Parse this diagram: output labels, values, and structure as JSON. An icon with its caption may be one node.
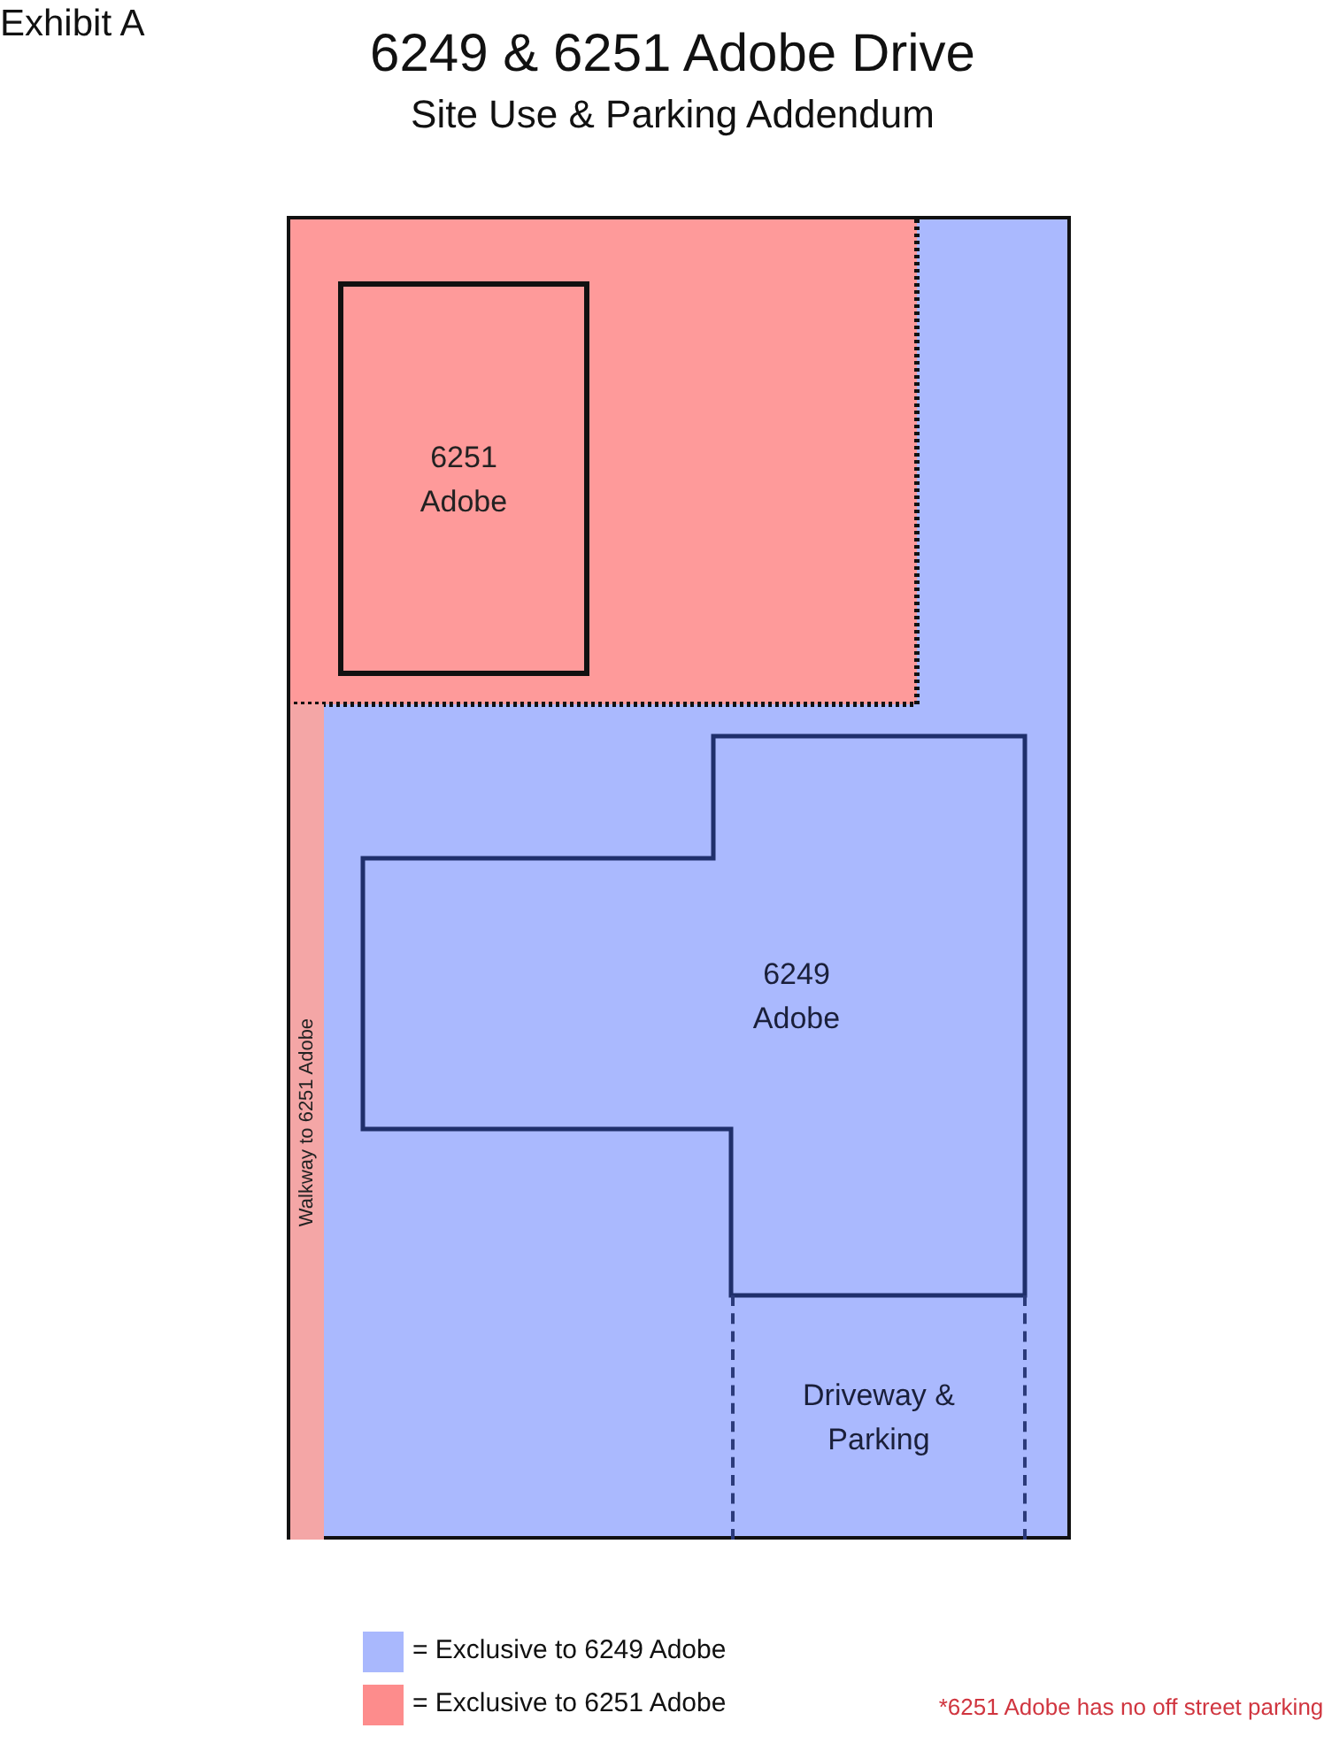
{
  "diagram": {
    "title": "6249 & 6251 Adobe Drive",
    "nodes": [
      {
        "text": [
          "6251 Adobe"
        ]
      },
      {
        "text": [
          "6249 Adobe"
        ]
      },
      {
        "text": [
          "Driveway & Parking"
        ]
      },
      {
        "text": [
          "Walkway to 6251 Adobe"
        ]
      }
    ],
    "labels": [
      "Exhibit A",
      "Site Use & Parking Addendum",
      "*6251 Adobe has no off street parking"
    ],
    "legend": [
      {
        "text": "= Exclusive to 6249 Adobe",
        "color": "#a9b8fd"
      },
      {
        "text": "= Exclusive to 6251 Adobe",
        "color": "#fd8c8c"
      }
    ]
  }
}
